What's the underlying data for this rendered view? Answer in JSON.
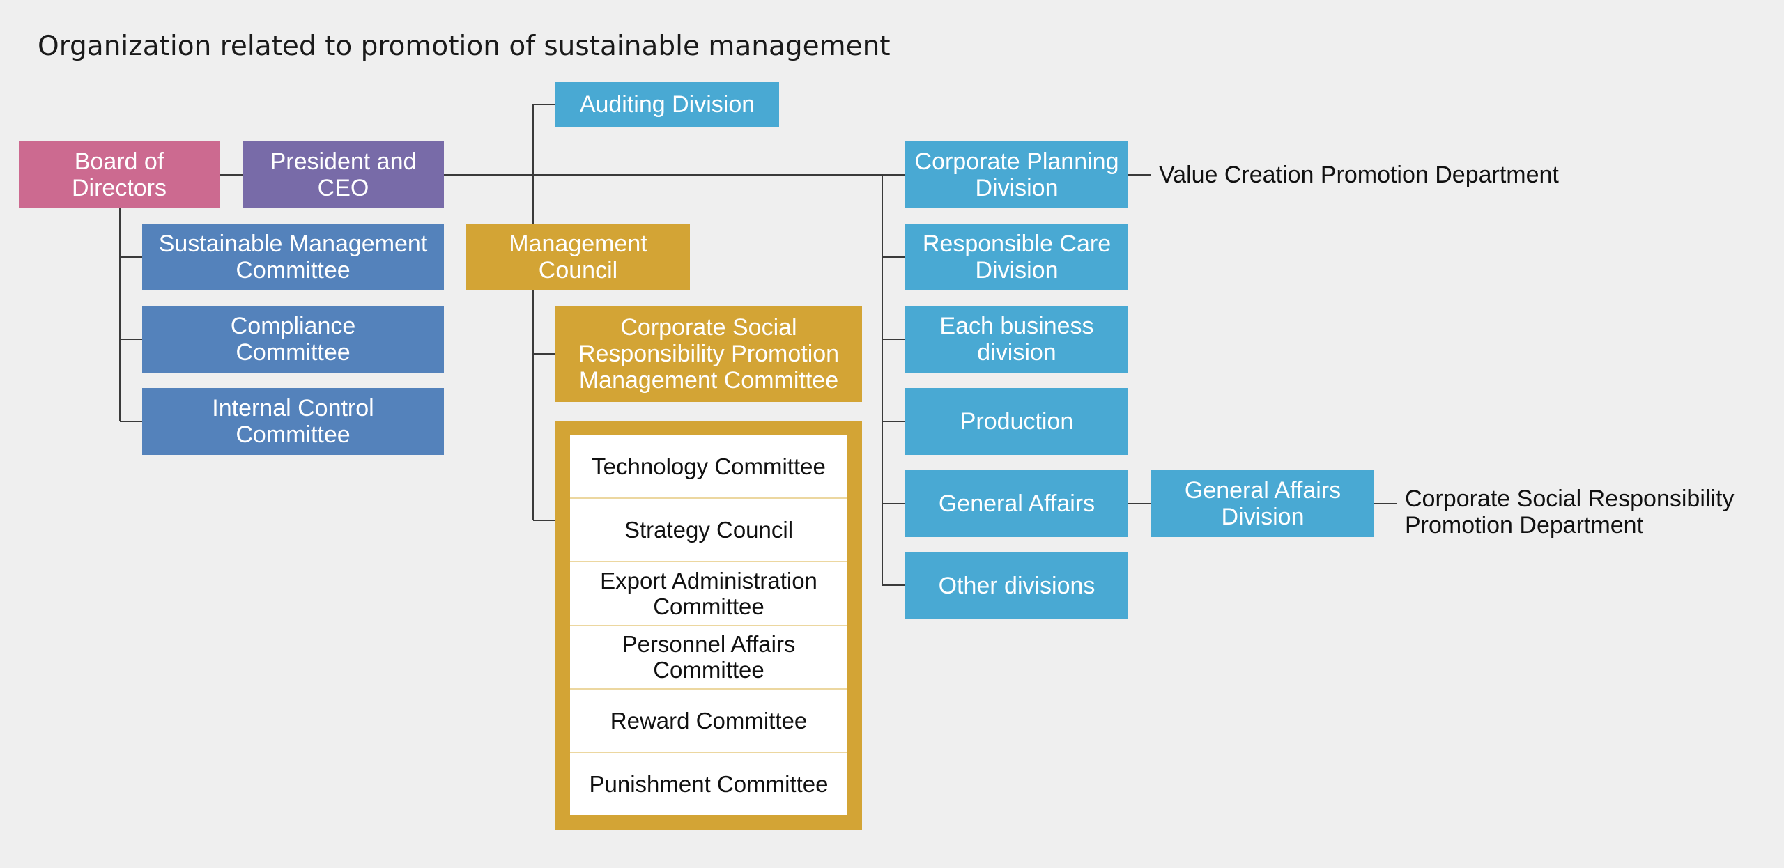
{
  "title": "Organization related to promotion of sustainable management",
  "left": {
    "board": "Board of\nDirectors",
    "president": "President and\nCEO",
    "committees": [
      "Sustainable Management\nCommittee",
      "Compliance\nCommittee",
      "Internal Control\nCommittee"
    ]
  },
  "center": {
    "auditing": "Auditing Division",
    "management_council": "Management\nCouncil",
    "csr_committee": "Corporate Social\nResponsibility Promotion\nManagement Committee",
    "council_committees": [
      "Technology Committee",
      "Strategy Council",
      "Export Administration\nCommittee",
      "Personnel Affairs\nCommittee",
      "Reward Committee",
      "Punishment Committee"
    ]
  },
  "right": {
    "divisions": [
      "Corporate Planning\nDivision",
      "Responsible Care\nDivision",
      "Each business\ndivision",
      "Production",
      "General Affairs",
      "Other divisions"
    ],
    "general_affairs_division": "General Affairs\nDivision",
    "value_creation_dept": "Value Creation Promotion Department",
    "csr_dept": "Corporate Social Responsibility\nPromotion Department"
  },
  "colors": {
    "board": "#cc6a90",
    "president": "#786ba8",
    "committee_blue": "#5482bb",
    "division_cyan": "#49a9d3",
    "council_gold": "#d3a435",
    "background": "#efefef"
  }
}
